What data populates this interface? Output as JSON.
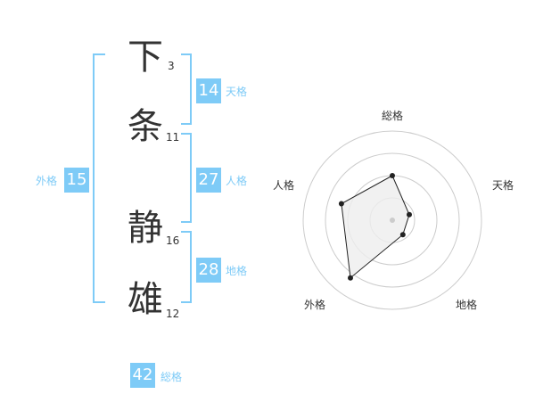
{
  "name": {
    "chars": [
      {
        "char": "下",
        "strokes": "3"
      },
      {
        "char": "条",
        "strokes": "11"
      },
      {
        "char": "静",
        "strokes": "16"
      },
      {
        "char": "雄",
        "strokes": "12"
      }
    ]
  },
  "kaku": {
    "tenkaku": {
      "value": "14",
      "label": "天格"
    },
    "jinkaku": {
      "value": "27",
      "label": "人格"
    },
    "chikaku": {
      "value": "28",
      "label": "地格"
    },
    "gaikaku": {
      "value": "15",
      "label": "外格"
    },
    "soukaku": {
      "value": "42",
      "label": "総格"
    }
  },
  "chart_data": {
    "type": "radar",
    "axes": [
      "総格",
      "天格",
      "地格",
      "外格",
      "人格"
    ],
    "values": [
      0.5,
      0.2,
      0.2,
      0.8,
      0.6
    ],
    "rings": 4,
    "colors": {
      "fill": "#eeeeee",
      "line": "#222222",
      "grid": "#cccccc",
      "center": "#cccccc"
    }
  },
  "colors": {
    "accent": "#7ecbf7"
  }
}
